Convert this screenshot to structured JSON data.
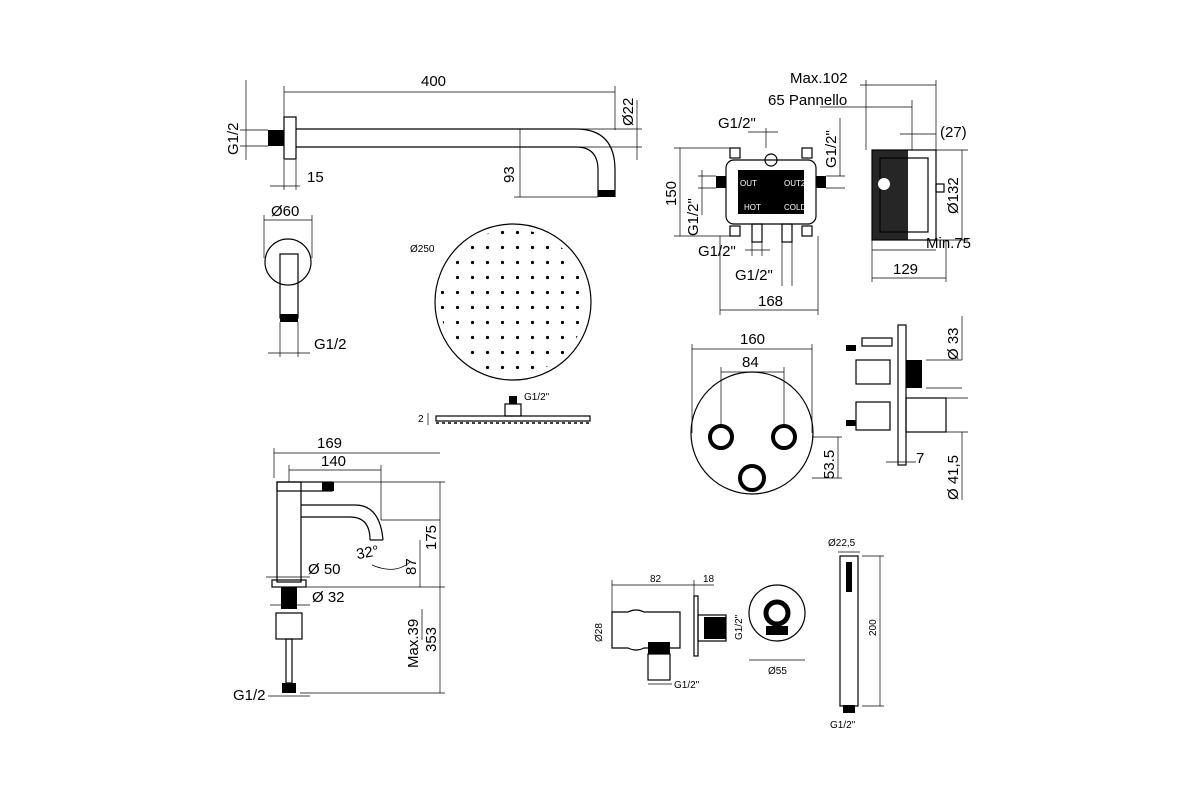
{
  "shower_arm": {
    "length": "400",
    "diameter": "Ø22",
    "thread": "G1/2",
    "offset": "15",
    "drop": "93"
  },
  "wall_flange": {
    "diameter": "Ø60",
    "thread": "G1/2"
  },
  "shower_head": {
    "diameter": "Ø250",
    "thread": "G1/2\"",
    "thickness": "2"
  },
  "basin_mixer": {
    "width_total": "169",
    "spout_reach": "140",
    "height": "175",
    "spout_height": "87",
    "angle": "32°",
    "base_diameter": "Ø 50",
    "shank_diameter": "Ø 32",
    "max_deck": "Max.39",
    "shank_length": "353",
    "thread": "G1/2"
  },
  "concealed_box": {
    "max_depth": "Max.102",
    "panel": "65 Pannello",
    "recess": "(27)",
    "thread_top": "G1/2\"",
    "thread_top_right": "G1/2\"",
    "height": "150",
    "thread_left": "G1/2\"",
    "thread_bottom_left": "G1/2\"",
    "thread_bottom": "G1/2\"",
    "width": "168",
    "diameter": "Ø132",
    "min_depth": "Min.75",
    "side_width": "129",
    "labels": {
      "out": "OUT",
      "out2": "OUT2",
      "hot": "HOT",
      "cold": "COLD"
    }
  },
  "control_plate": {
    "diameter": "160",
    "button_spacing": "84",
    "knob_offset": "53.5",
    "knob_diameter": "Ø 33",
    "depth": "7",
    "body_diameter": "Ø 41,5"
  },
  "wall_outlet": {
    "length": "82",
    "flange": "18",
    "diameter": "Ø28",
    "thread_side": "G1/2\"",
    "thread_bottom": "G1/2\"",
    "flange_diameter": "Ø55"
  },
  "hand_shower": {
    "diameter": "Ø22,5",
    "length": "200",
    "thread": "G1/2\""
  }
}
